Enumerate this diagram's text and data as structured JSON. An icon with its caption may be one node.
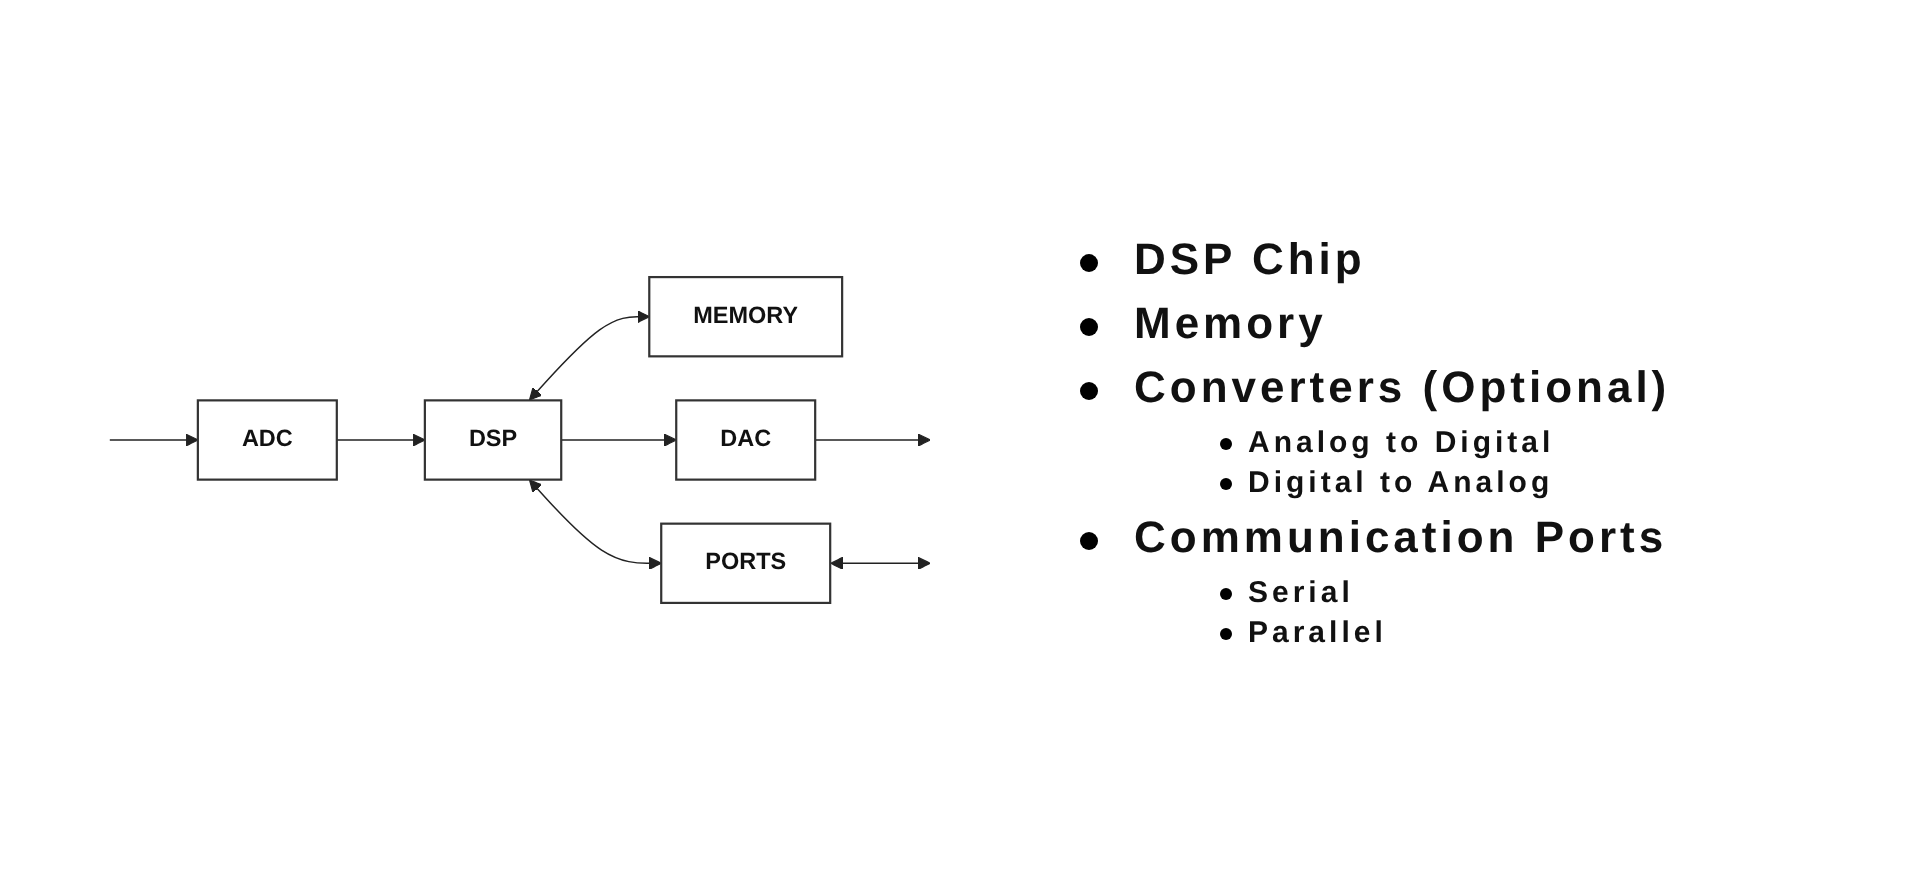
{
  "diagram": {
    "nodes": [
      {
        "text": [
          "DSP"
        ]
      },
      {
        "text": [
          "MEMORY"
        ]
      },
      {
        "text": [
          "ADC"
        ]
      },
      {
        "text": [
          "DAC"
        ]
      },
      {
        "text": [
          "PORTS"
        ]
      }
    ],
    "edges": [
      {
        "from": 0,
        "to": 1,
        "arrow": "both"
      },
      {
        "from": 2,
        "to": 0,
        "arrow": "to"
      },
      {
        "from": null,
        "to": 2,
        "arrow": "to"
      },
      {
        "from": 0,
        "to": 3,
        "arrow": "to"
      },
      {
        "from": 3,
        "to": null,
        "arrow": "to"
      },
      {
        "from": 0,
        "to": 4,
        "arrow": "both"
      },
      {
        "from": 4,
        "to": null,
        "arrow": "both"
      }
    ],
    "labels": [
      "DSP Chip",
      "Memory",
      "Converters (Optional)",
      "Analog to Digital",
      "Digital to Analog",
      "Communication Ports",
      "Serial",
      "Parallel"
    ]
  }
}
